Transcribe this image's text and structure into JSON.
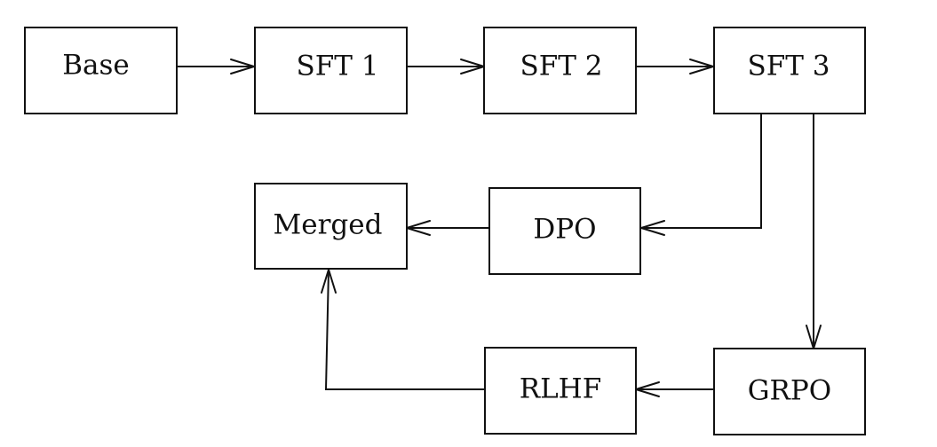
{
  "nodes": {
    "base": {
      "label": "Base"
    },
    "sft1": {
      "label": "SFT 1"
    },
    "sft2": {
      "label": "SFT 2"
    },
    "sft3": {
      "label": "SFT 3"
    },
    "dpo": {
      "label": "DPO"
    },
    "merged": {
      "label": "Merged"
    },
    "grpo": {
      "label": "GRPO"
    },
    "rlhf": {
      "label": "RLHF"
    }
  },
  "edges": [
    {
      "from": "Base",
      "to": "SFT 1"
    },
    {
      "from": "SFT 1",
      "to": "SFT 2"
    },
    {
      "from": "SFT 2",
      "to": "SFT 3"
    },
    {
      "from": "SFT 3",
      "to": "DPO"
    },
    {
      "from": "DPO",
      "to": "Merged"
    },
    {
      "from": "SFT 3",
      "to": "GRPO"
    },
    {
      "from": "GRPO",
      "to": "RLHF"
    },
    {
      "from": "RLHF",
      "to": "Merged"
    }
  ]
}
